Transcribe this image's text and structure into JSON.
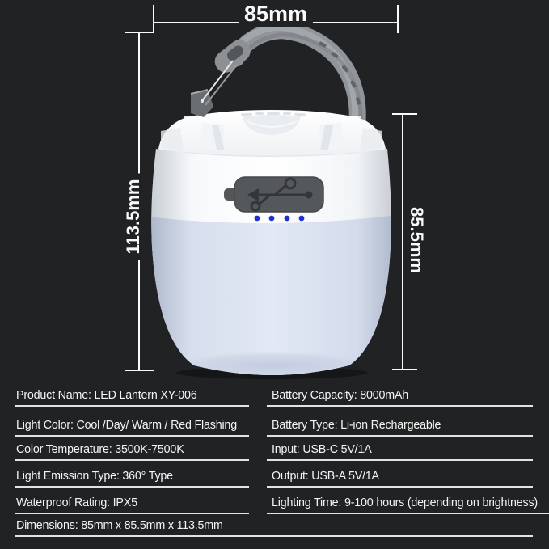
{
  "page": {
    "background_color": "#212224",
    "annotation_color": "#fafafa"
  },
  "dimensions": {
    "top_width_label": "85mm",
    "left_height_label": "113.5mm",
    "right_height_label": "85.5mm"
  },
  "product_illustration": {
    "name": "LED camping lantern with carry handle",
    "body_white_color": "#f8fafb",
    "diffuser_blue_color": "#d5dcea",
    "handle_gray_color": "#90959a",
    "usb_cover_color": "#55585b",
    "led_indicator_color": "#2030cf",
    "led_indicator_count": 4
  },
  "specs": {
    "left": [
      "Product Name: LED Lantern XY-006",
      "Light Color: Cool /Day/ Warm / Red Flashing",
      "Color Temperature: 3500K-7500K",
      "Light Emission Type: 360° Type",
      "Waterproof Rating: IPX5",
      "Dimensions: 85mm x 85.5mm x 113.5mm"
    ],
    "right": [
      "Battery Capacity: 8000mAh",
      "Battery Type: Li-ion Rechargeable",
      "Input: USB-C 5V/1A",
      "Output: USB-A 5V/1A",
      "Lighting Time: 9-100 hours (depending on brightness)"
    ]
  }
}
